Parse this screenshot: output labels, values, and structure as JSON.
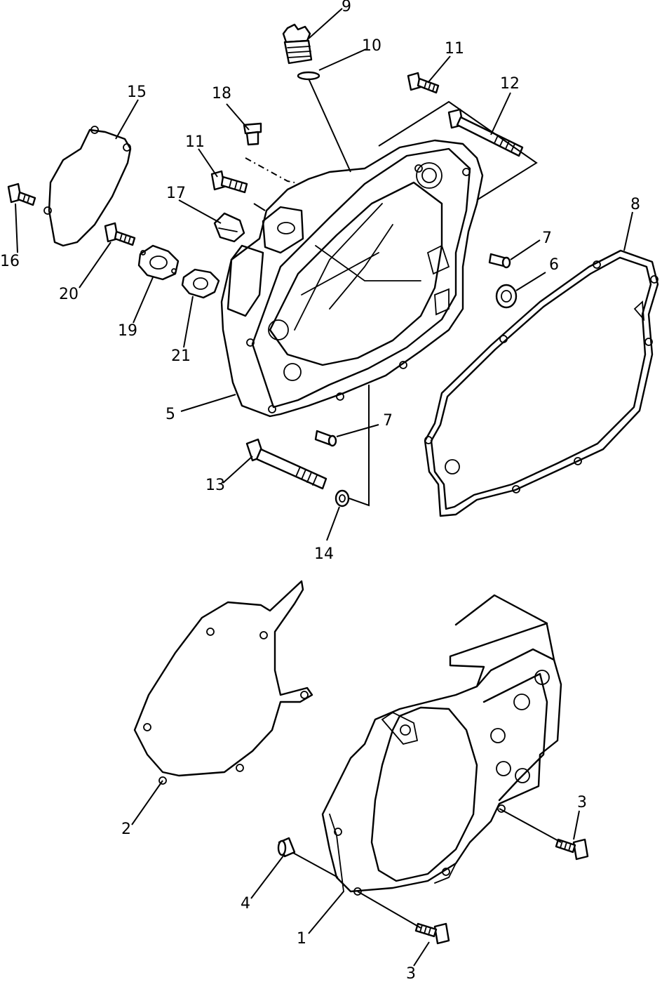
{
  "diagram": {
    "callouts": [
      "1",
      "2",
      "3",
      "3",
      "4",
      "5",
      "6",
      "7",
      "7",
      "8",
      "9",
      "10",
      "11",
      "11",
      "12",
      "13",
      "14",
      "15",
      "16",
      "17",
      "18",
      "19",
      "20",
      "21"
    ]
  }
}
